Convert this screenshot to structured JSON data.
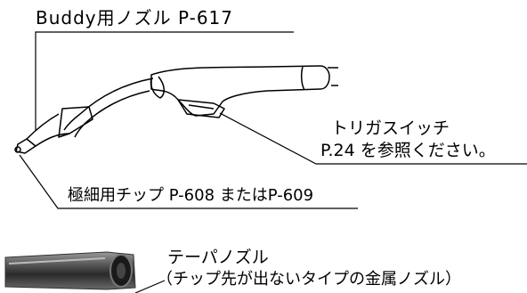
{
  "labels": {
    "nozzle_title": "Buddy用ノズル P-617",
    "trigger": "トリガスイッチ",
    "trigger_ref": "P.24 を参照ください。",
    "tip": "極細用チップ P-608 またはP-609",
    "taper_nozzle": "テーパノズル",
    "taper_nozzle_desc": "（チップ先が出ないタイプの金属ノズル）"
  },
  "icons": [
    "welding-torch-icon",
    "taper-nozzle-icon"
  ]
}
